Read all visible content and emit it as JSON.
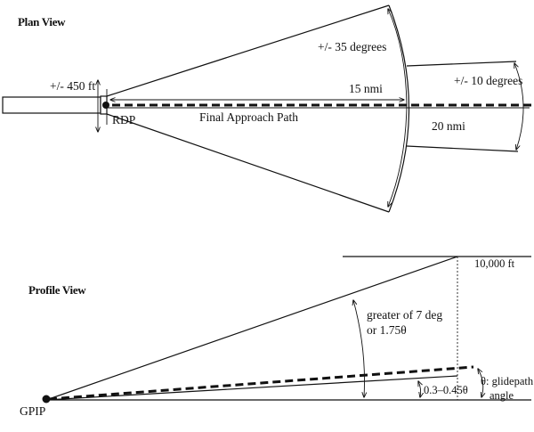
{
  "plan": {
    "title": "Plan View",
    "lateral_label": "+/- 450 ft",
    "rdp_label": "RDP",
    "path_label": "Final Approach Path",
    "angle_label": "+/- 35 degrees",
    "outer_angle_label": "+/- 10 degrees",
    "distance_label": "15 nmi",
    "outer_distance_label": "20 nmi"
  },
  "profile": {
    "title": "Profile View",
    "altitude_label": "10,000 ft",
    "gpip_label": "GPIP",
    "upper_angle_line1": "greater of 7 deg",
    "upper_angle_line2": "or 1.75θ",
    "glidepath_line1": "θ: glidepath",
    "glidepath_line2": "angle",
    "lower_angle_label": "0.3–0.45θ"
  }
}
